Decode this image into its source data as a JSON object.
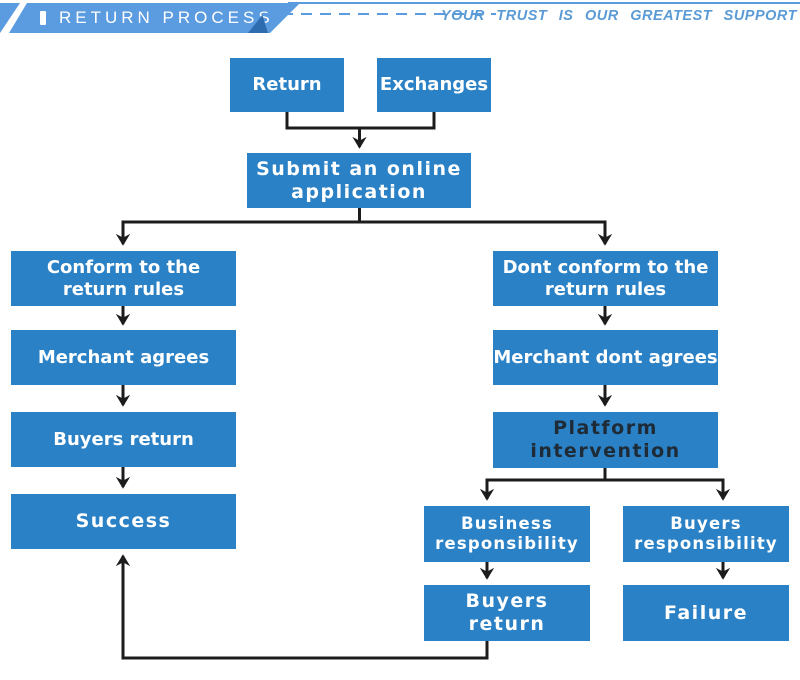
{
  "header": {
    "banner_title": "RETURN PROCESS",
    "tagline": "YOUR TRUST IS OUR GREATEST SUPPORT",
    "colors": {
      "banner_blue": "#5b9be0",
      "fold_blue": "#2e6cb0",
      "tagline_blue": "#5b9bd5"
    }
  },
  "flowchart": {
    "colors": {
      "box_blue": "#2b81c5",
      "line_black": "#1c1c1c",
      "box_text_white": "#ffffff",
      "platform_text_dark": "#1e2b36"
    },
    "nodes": {
      "return": {
        "label": "Return"
      },
      "exchanges": {
        "label": "Exchanges"
      },
      "submit": {
        "label": "Submit an online\napplication"
      },
      "conform": {
        "label": "Conform to the\nreturn rules"
      },
      "dont_conform": {
        "label": "Dont conform to the\nreturn rules"
      },
      "merchant_agrees": {
        "label": "Merchant agrees"
      },
      "merchant_dont": {
        "label": "Merchant dont agrees"
      },
      "buyers_return": {
        "label": "Buyers return"
      },
      "platform": {
        "label": "Platform\nintervention"
      },
      "success": {
        "label": "Success"
      },
      "business_resp": {
        "label": "Business\nresponsibility"
      },
      "buyers_resp": {
        "label": "Buyers\nresponsibility"
      },
      "buyers_return_2": {
        "label": "Buyers\nreturn"
      },
      "failure": {
        "label": "Failure"
      }
    }
  }
}
